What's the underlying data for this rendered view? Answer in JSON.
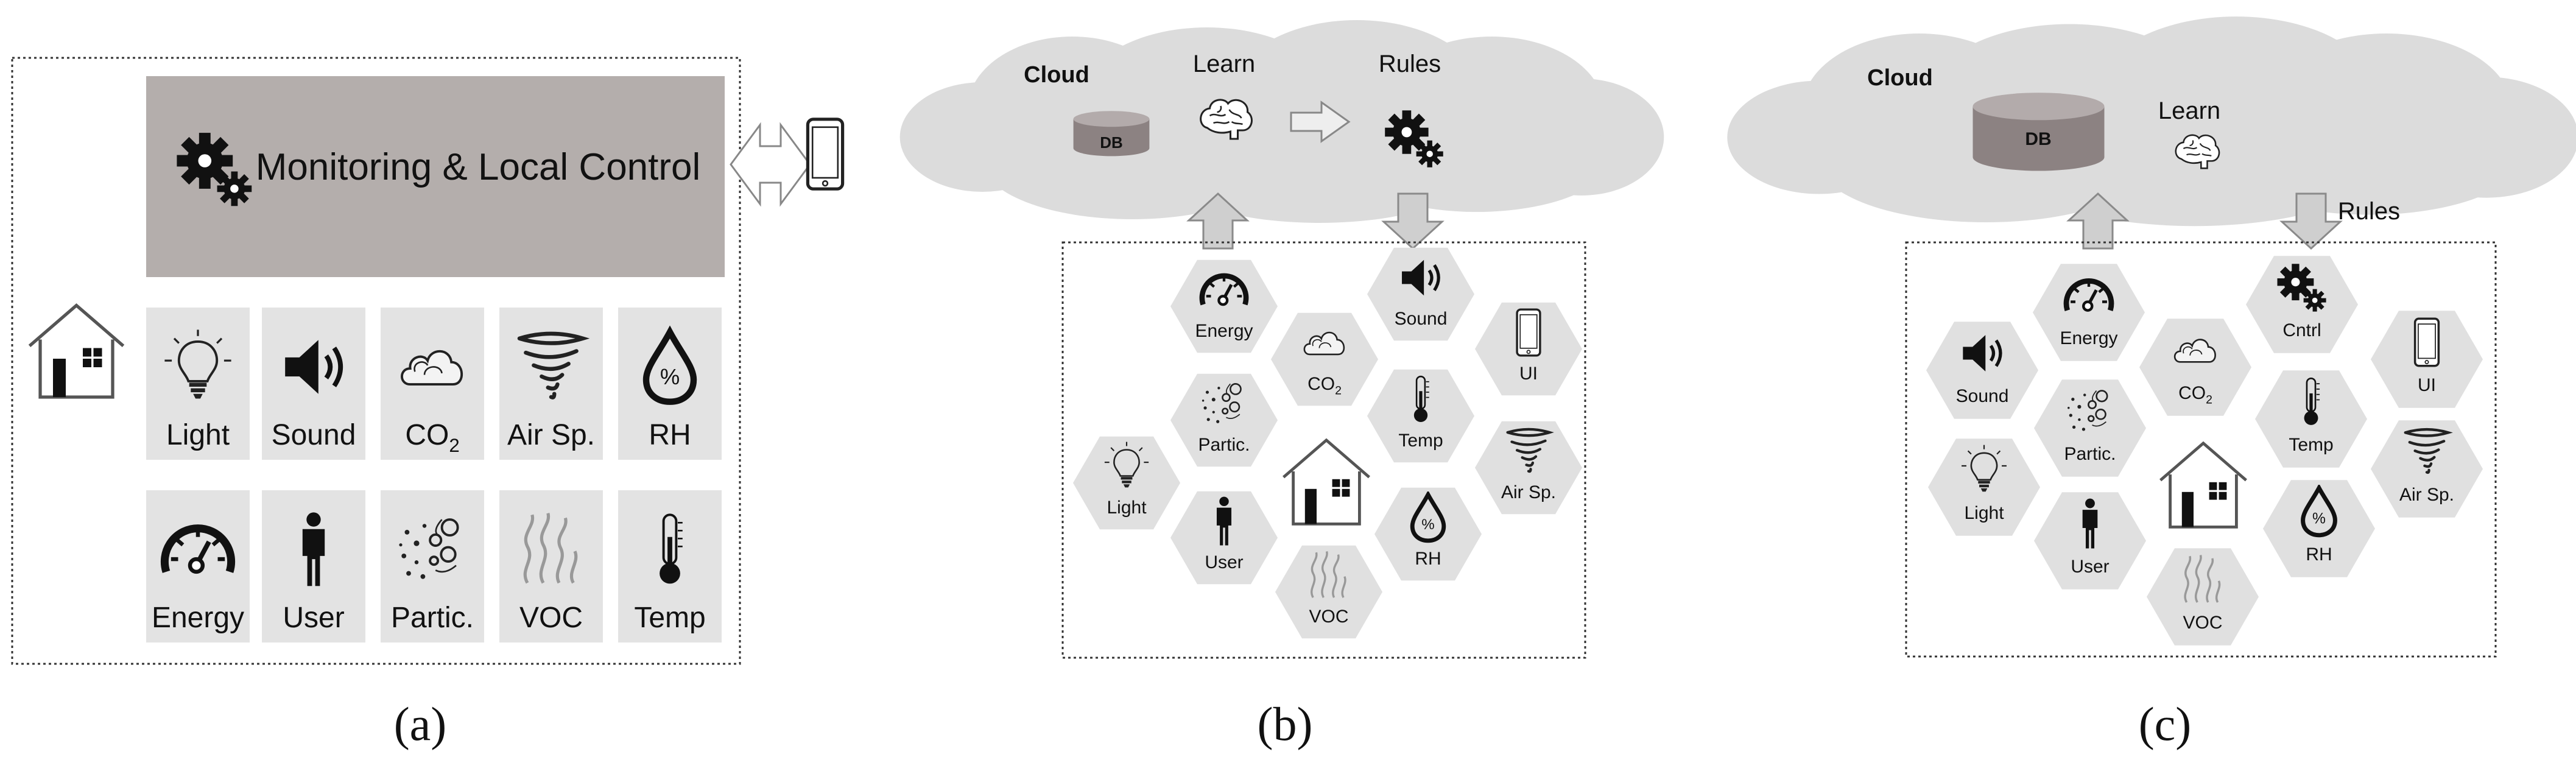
{
  "panel_a": {
    "header_label": "Monitoring & Local Control",
    "tiles": [
      {
        "label": "Light",
        "icon": "bulb-icon"
      },
      {
        "label": "Sound",
        "icon": "speaker-icon"
      },
      {
        "label": "CO2",
        "icon": "cloud-icon"
      },
      {
        "label": "Air Sp.",
        "icon": "tornado-icon"
      },
      {
        "label": "RH",
        "icon": "drop-icon"
      },
      {
        "label": "Energy",
        "icon": "gauge-icon"
      },
      {
        "label": "User",
        "icon": "person-icon"
      },
      {
        "label": "Partic.",
        "icon": "particles-icon"
      },
      {
        "label": "VOC",
        "icon": "smoke-icon"
      },
      {
        "label": "Temp",
        "icon": "thermometer-icon"
      }
    ],
    "caption": "(a)"
  },
  "panel_b": {
    "cloud_label": "Cloud",
    "db_label": "DB",
    "learn_label": "Learn",
    "rules_label": "Rules",
    "hexes": [
      {
        "label": "Energy",
        "icon": "gauge-icon"
      },
      {
        "label": "Sound",
        "icon": "speaker-icon"
      },
      {
        "label": "CO2",
        "icon": "cloud-icon"
      },
      {
        "label": "UI",
        "icon": "phone-icon"
      },
      {
        "label": "Partic.",
        "icon": "particles-icon"
      },
      {
        "label": "Temp",
        "icon": "thermometer-icon"
      },
      {
        "label": "Air Sp.",
        "icon": "tornado-icon"
      },
      {
        "label": "Light",
        "icon": "bulb-icon"
      },
      {
        "label": "",
        "icon": "house-icon"
      },
      {
        "label": "User",
        "icon": "person-icon"
      },
      {
        "label": "RH",
        "icon": "drop-icon"
      },
      {
        "label": "VOC",
        "icon": "smoke-icon"
      }
    ],
    "caption": "(b)"
  },
  "panel_c": {
    "cloud_label": "Cloud",
    "db_label": "DB",
    "learn_label": "Learn",
    "rules_label": "Rules",
    "hexes": [
      {
        "label": "Energy",
        "icon": "gauge-icon"
      },
      {
        "label": "Cntrl",
        "icon": "gears-icon"
      },
      {
        "label": "Sound",
        "icon": "speaker-icon"
      },
      {
        "label": "CO2",
        "icon": "cloud-icon"
      },
      {
        "label": "UI",
        "icon": "phone-icon"
      },
      {
        "label": "Partic.",
        "icon": "particles-icon"
      },
      {
        "label": "Temp",
        "icon": "thermometer-icon"
      },
      {
        "label": "Light",
        "icon": "bulb-icon"
      },
      {
        "label": "",
        "icon": "house-icon"
      },
      {
        "label": "Air Sp.",
        "icon": "tornado-icon"
      },
      {
        "label": "User",
        "icon": "person-icon"
      },
      {
        "label": "RH",
        "icon": "drop-icon"
      },
      {
        "label": "VOC",
        "icon": "smoke-icon"
      }
    ],
    "caption": "(c)"
  }
}
